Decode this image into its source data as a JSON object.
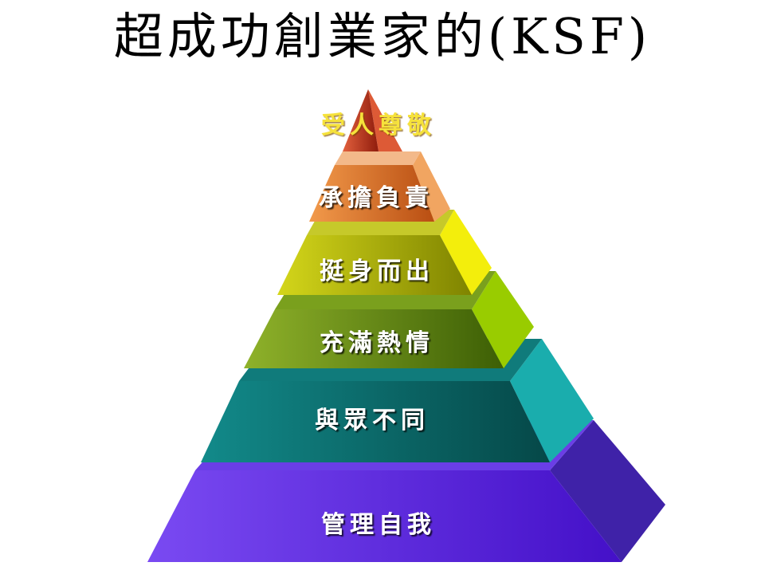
{
  "slide": {
    "title": "超成功創業家的(KSF)"
  },
  "pyramid": {
    "tiers": [
      {
        "label": "受人尊敬",
        "label_color": "#f6e23a",
        "front_color": "#c0341c",
        "side_color": "#dd5a36",
        "top_color": "#e47a57"
      },
      {
        "label": "承擔負責",
        "label_color": "#ffffff",
        "front_color": "#d66a1f",
        "side_color": "#f1a561",
        "top_color": "#f3b98a"
      },
      {
        "label": "挺身而出",
        "label_color": "#ffffff",
        "front_color": "#9aa400",
        "side_color": "#f3ee0c",
        "top_color": "#c6c92a"
      },
      {
        "label": "充滿熱情",
        "label_color": "#ffffff",
        "front_color": "#648a0e",
        "side_color": "#99cc00",
        "top_color": "#7aa01d"
      },
      {
        "label": "與眾不同",
        "label_color": "#ffffff",
        "front_color": "#0b6b6b",
        "side_color": "#1aadad",
        "top_color": "#107b7b"
      },
      {
        "label": "管理自我",
        "label_color": "#ffffff",
        "front_color": "#5a1fe0",
        "side_color": "#4a28b8",
        "top_color": "#6a3ee6"
      }
    ]
  }
}
